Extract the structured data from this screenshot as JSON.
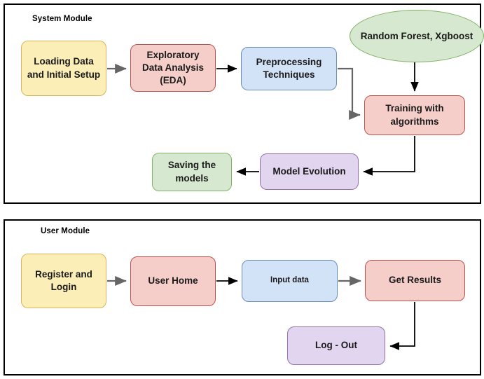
{
  "diagram": {
    "title_hidden": "",
    "modules": [
      {
        "id": "system-module",
        "label": "System Module",
        "nodes": [
          {
            "key": "loading_data",
            "label": "Loading Data and Initial Setup",
            "shape": "rounded-rect",
            "color": "#fbeeb7",
            "border": "#d6b656"
          },
          {
            "key": "eda",
            "label": "Exploratory Data Analysis (EDA)",
            "shape": "rounded-rect",
            "color": "#f5cdc9",
            "border": "#b85450"
          },
          {
            "key": "preprocessing",
            "label": "Preprocessing Techniques",
            "shape": "rounded-rect",
            "color": "#d2e2f7",
            "border": "#6c8ebf"
          },
          {
            "key": "algorithms",
            "label": "Random Forest, Xgboost",
            "shape": "ellipse",
            "color": "#d7e8d0",
            "border": "#82b366"
          },
          {
            "key": "training",
            "label": "Training with algorithms",
            "shape": "rounded-rect",
            "color": "#f5cdc9",
            "border": "#b85450"
          },
          {
            "key": "model_evolution",
            "label": "Model Evolution",
            "shape": "rounded-rect",
            "color": "#e1d5ef",
            "border": "#9673a6"
          },
          {
            "key": "saving_models",
            "label": "Saving the models",
            "shape": "rounded-rect",
            "color": "#d7e8d0",
            "border": "#82b366"
          }
        ],
        "edges": [
          {
            "from": "loading_data",
            "to": "eda",
            "style": "straight-right",
            "color": "#666666"
          },
          {
            "from": "eda",
            "to": "preprocessing",
            "style": "straight-right",
            "color": "#000000"
          },
          {
            "from": "preprocessing",
            "to": "training",
            "style": "right-down-right",
            "color": "#666666"
          },
          {
            "from": "algorithms",
            "to": "training",
            "style": "straight-down",
            "color": "#000000"
          },
          {
            "from": "training",
            "to": "model_evolution",
            "style": "down-left",
            "color": "#000000"
          },
          {
            "from": "model_evolution",
            "to": "saving_models",
            "style": "straight-left",
            "color": "#000000"
          }
        ]
      },
      {
        "id": "user-module",
        "label": "User Module",
        "nodes": [
          {
            "key": "register_login",
            "label": "Register and Login",
            "shape": "rounded-rect",
            "color": "#fbeeb7",
            "border": "#d6b656"
          },
          {
            "key": "user_home",
            "label": "User Home",
            "shape": "rounded-rect",
            "color": "#f5cdc9",
            "border": "#b85450"
          },
          {
            "key": "input_data",
            "label": "Input data",
            "shape": "rounded-rect",
            "color": "#d2e2f7",
            "border": "#6c8ebf"
          },
          {
            "key": "get_results",
            "label": "Get Results",
            "shape": "rounded-rect",
            "color": "#f5cdc9",
            "border": "#b85450"
          },
          {
            "key": "log_out",
            "label": "Log - Out",
            "shape": "rounded-rect",
            "color": "#e1d5ef",
            "border": "#9673a6"
          }
        ],
        "edges": [
          {
            "from": "register_login",
            "to": "user_home",
            "style": "straight-right",
            "color": "#666666"
          },
          {
            "from": "user_home",
            "to": "input_data",
            "style": "straight-right",
            "color": "#000000"
          },
          {
            "from": "input_data",
            "to": "get_results",
            "style": "straight-right",
            "color": "#666666"
          },
          {
            "from": "get_results",
            "to": "log_out",
            "style": "down-left",
            "color": "#000000"
          }
        ]
      }
    ]
  }
}
